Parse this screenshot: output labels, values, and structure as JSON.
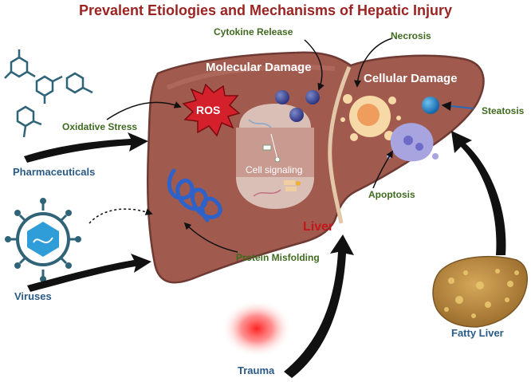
{
  "title": "Prevalent Etiologies and Mechanisms of Hepatic Injury",
  "labels": {
    "cytokine_release": "Cytokine Release",
    "necrosis": "Necrosis",
    "molecular_damage": "Molecular Damage",
    "cellular_damage": "Cellular Damage",
    "ros": "ROS",
    "oxidative_stress": "Oxidative Stress",
    "steatosis": "Steatosis",
    "pharmaceuticals": "Pharmaceuticals",
    "cell_signaling": "Cell signaling",
    "apoptosis": "Apoptosis",
    "liver": "Liver",
    "protein_misfolding": "Protein Misfolding",
    "viruses": "Viruses",
    "fatty_liver": "Fatty Liver",
    "trauma": "Trauma"
  },
  "colors": {
    "title": "#9b2423",
    "liver_fill": "#a05a4e",
    "liver_edge": "#6e3a33",
    "mechanism_label": "#3f6a1f",
    "etiology_label": "#2a5a86",
    "liver_label": "#c4171b",
    "ros_star": "#d4202a",
    "arrow": "#111111"
  }
}
